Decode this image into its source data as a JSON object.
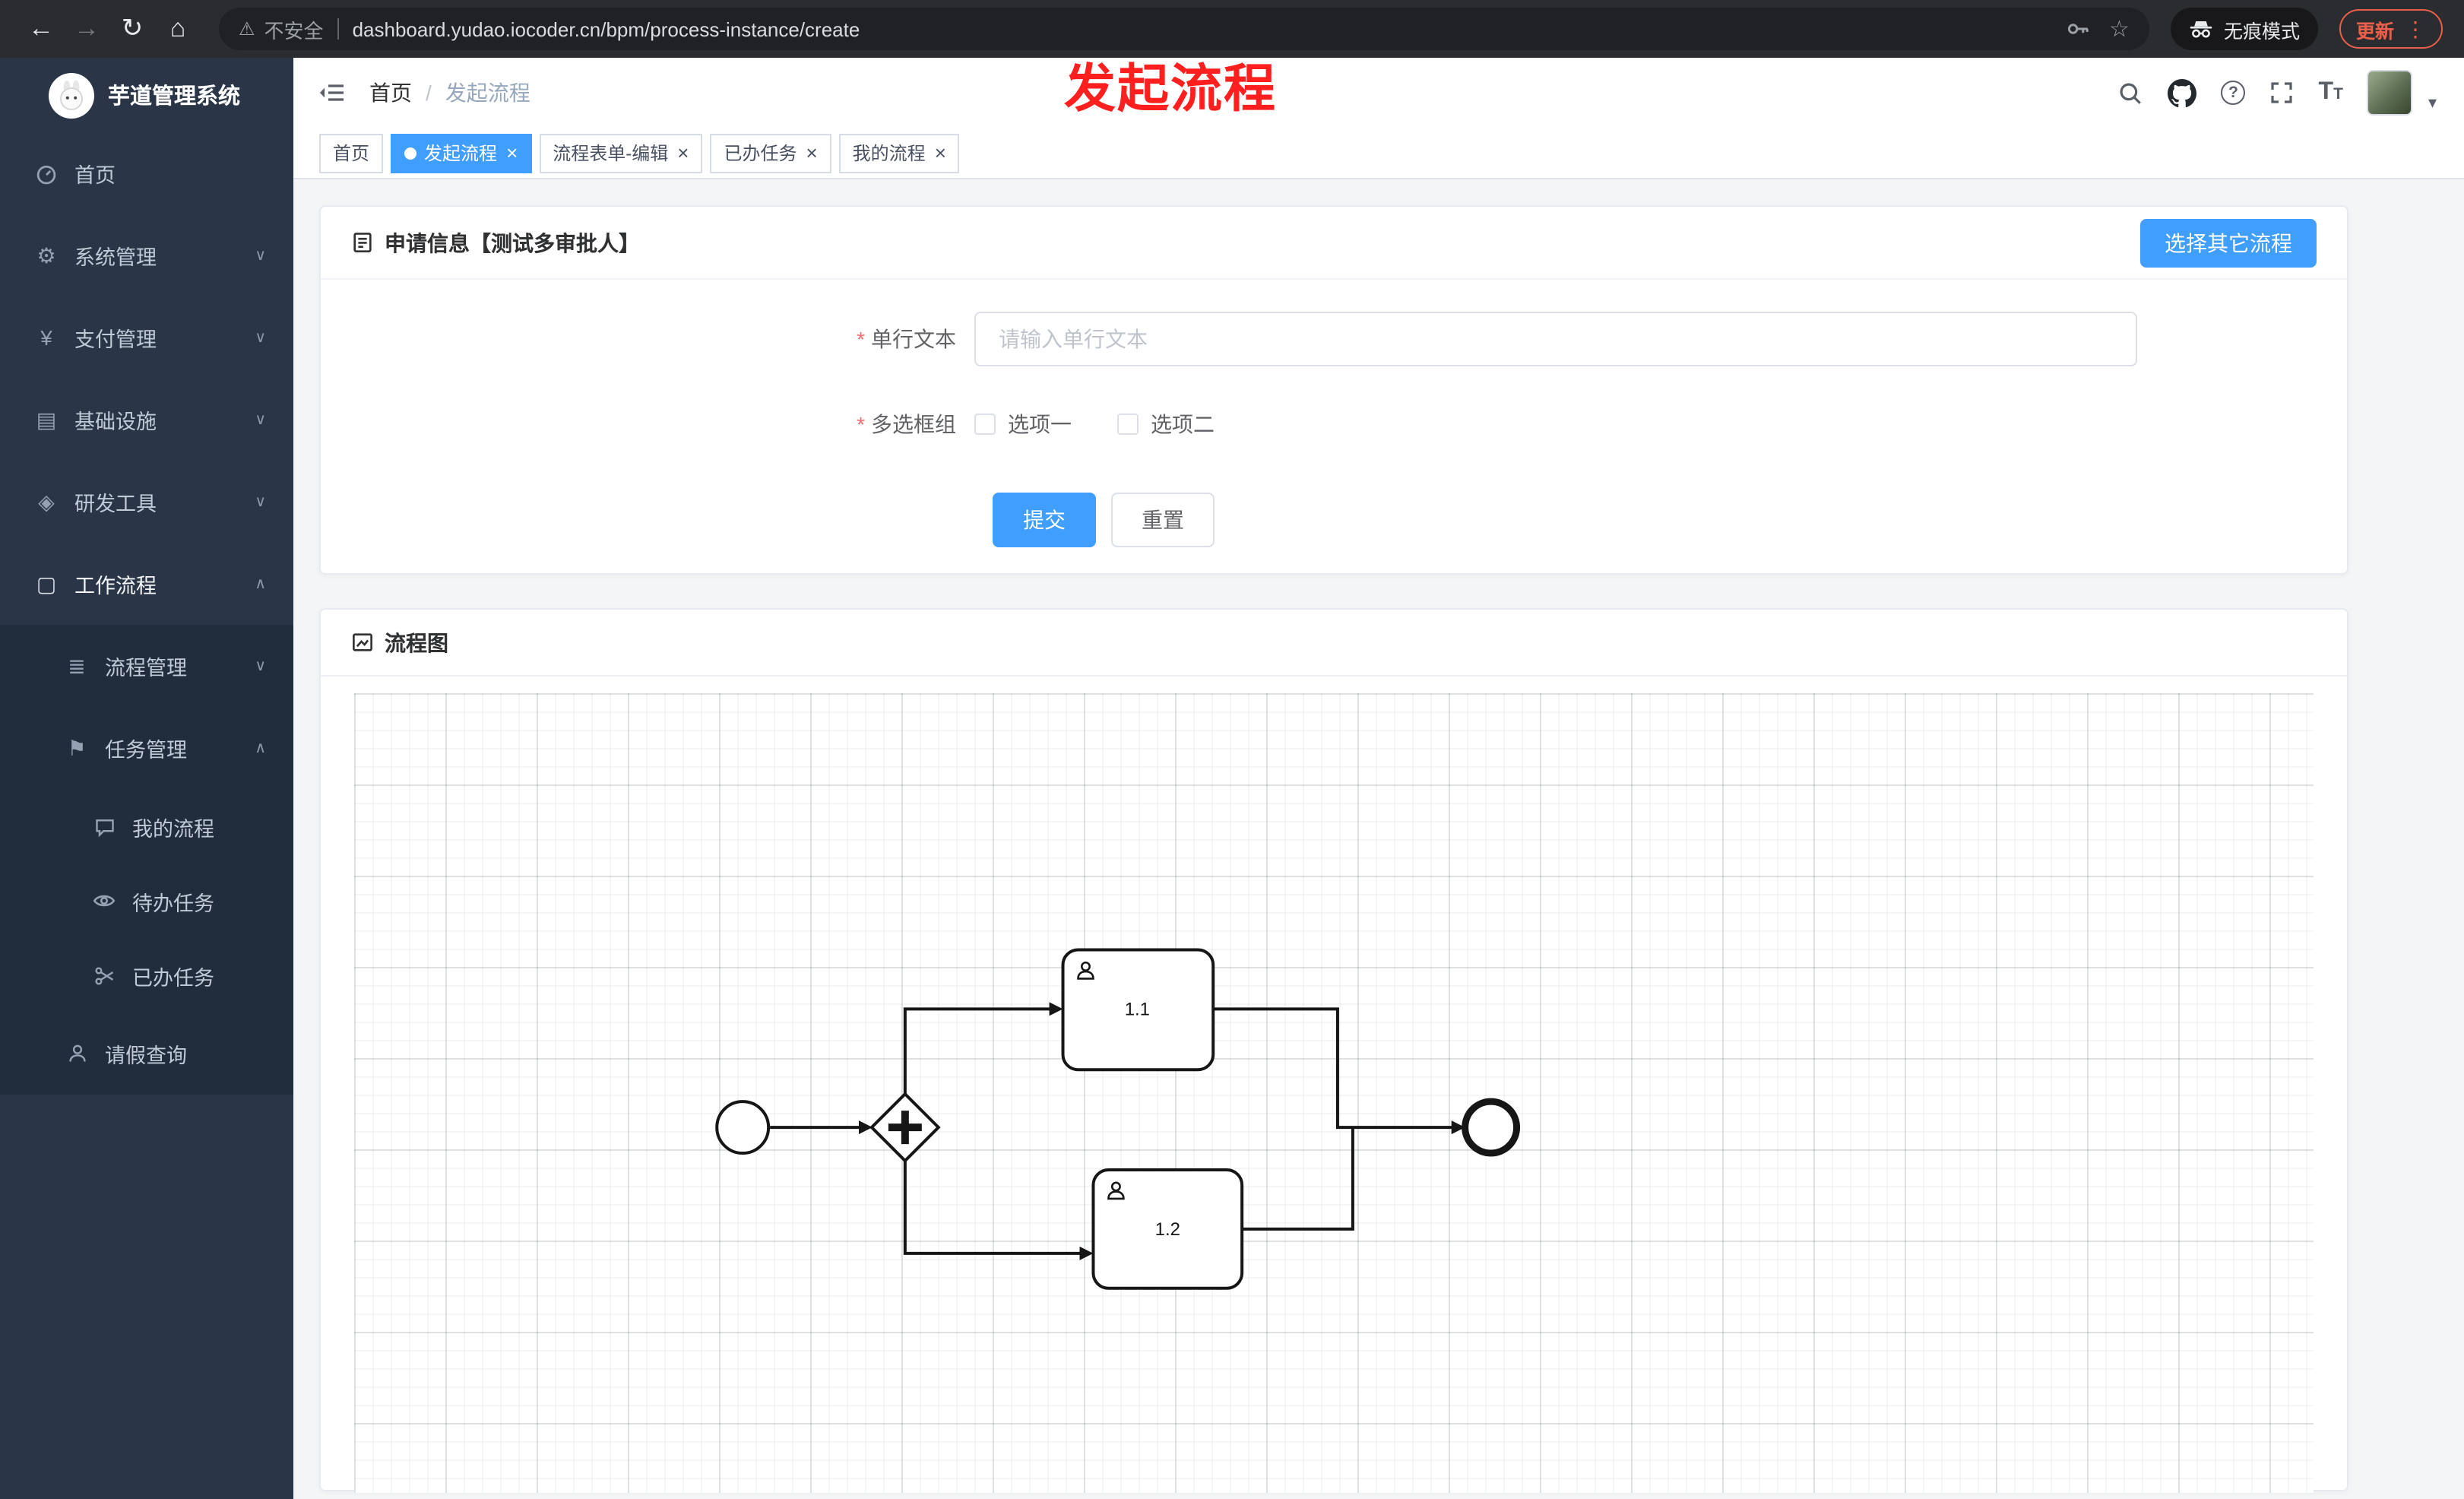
{
  "browser": {
    "security_label": "不安全",
    "url": "dashboard.yudao.iocoder.cn/bpm/process-instance/create",
    "incognito_label": "无痕模式",
    "update_label": "更新"
  },
  "annotation": {
    "title": "发起流程",
    "color": "#ff1f1f"
  },
  "sidebar": {
    "logo_title": "芋道管理系统",
    "items": [
      {
        "label": "首页"
      },
      {
        "label": "系统管理",
        "state": "collapsed"
      },
      {
        "label": "支付管理",
        "state": "collapsed"
      },
      {
        "label": "基础设施",
        "state": "collapsed"
      },
      {
        "label": "研发工具",
        "state": "collapsed"
      },
      {
        "label": "工作流程",
        "state": "expanded",
        "children": [
          {
            "label": "流程管理",
            "state": "collapsed"
          },
          {
            "label": "任务管理",
            "state": "expanded",
            "children": [
              {
                "label": "我的流程"
              },
              {
                "label": "待办任务"
              },
              {
                "label": "已办任务"
              }
            ]
          },
          {
            "label": "请假查询"
          }
        ]
      }
    ]
  },
  "header": {
    "breadcrumb": {
      "home": "首页",
      "separator": "/",
      "current": "发起流程"
    }
  },
  "tabs": [
    {
      "label": "首页",
      "active": false,
      "closable": false
    },
    {
      "label": "发起流程",
      "active": true,
      "closable": true
    },
    {
      "label": "流程表单-编辑",
      "active": false,
      "closable": true
    },
    {
      "label": "已办任务",
      "active": false,
      "closable": true
    },
    {
      "label": "我的流程",
      "active": false,
      "closable": true
    }
  ],
  "form_card": {
    "title": "申请信息【测试多审批人】",
    "select_other_button": "选择其它流程",
    "required_mark": "*",
    "text_field": {
      "label": "单行文本",
      "required": true,
      "value": "",
      "placeholder": "请输入单行文本"
    },
    "checkbox_group": {
      "label": "多选框组",
      "required": true,
      "options": [
        {
          "label": "选项一",
          "checked": false
        },
        {
          "label": "选项二",
          "checked": false
        }
      ]
    },
    "submit_button": "提交",
    "reset_button": "重置"
  },
  "diagram_card": {
    "title": "流程图",
    "bpmn": {
      "start_event": {
        "type": "startEvent"
      },
      "parallel_gateway": {
        "type": "parallelGateway"
      },
      "tasks": [
        {
          "label": "1.1"
        },
        {
          "label": "1.2"
        }
      ],
      "end_event": {
        "type": "endEvent"
      }
    }
  },
  "icons": {
    "back": "←",
    "forward": "→",
    "reload": "↻",
    "home": "⌂",
    "warning": "⚠",
    "star": "☆",
    "more_vertical": "⋮",
    "help": "?",
    "caret_down": "∨",
    "caret_up": "∧",
    "avatar_caret": "▾",
    "close": "×",
    "gear": "⚙",
    "yen": "¥",
    "infra": "▤",
    "tools": "◈",
    "workflow": "▢",
    "process_list": "≣",
    "task_flag": "⚑",
    "font_glyph": "T"
  },
  "colors": {
    "primary": "#409eff",
    "danger": "#f56c6c",
    "annotation": "#ff1f1f",
    "sidebar_bg": "#2a3648",
    "sidebar_submenu_bg": "#212c3c",
    "toolbar_bg": "#2b2c2f",
    "omnibox_bg": "#202124",
    "update_accent": "#e8604c"
  }
}
